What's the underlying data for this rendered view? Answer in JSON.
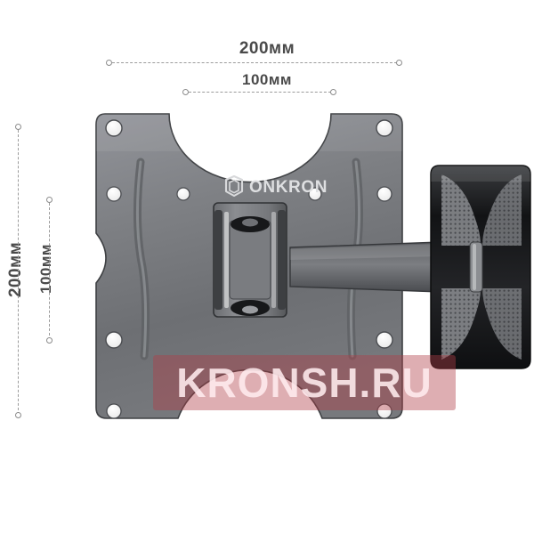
{
  "image": {
    "subject": "tv-wall-mount",
    "background_color": "#ffffff"
  },
  "brand": {
    "name": "ONKRON",
    "logo_icon": "cube-logo-icon"
  },
  "dimensions": {
    "horizontal": [
      {
        "id": "h-outer",
        "label": "200мм",
        "value": 200,
        "unit": "мм"
      },
      {
        "id": "h-inner",
        "label": "100мм",
        "value": 100,
        "unit": "мм"
      }
    ],
    "vertical": [
      {
        "id": "v-outer",
        "label": "200мм",
        "value": 200,
        "unit": "мм"
      },
      {
        "id": "v-inner",
        "label": "100мм",
        "value": 100,
        "unit": "мм"
      }
    ]
  },
  "watermark": {
    "text": "KRONSH.RU",
    "band_color": "#b03e48",
    "text_color": "#ffecee"
  },
  "colors": {
    "plate_light": "#8f9195",
    "plate_mid": "#75777b",
    "plate_dark": "#55575a",
    "arm_black": "#1d1e20",
    "dim_line": "#9b9b9b",
    "dim_text": "#4a4a4a"
  }
}
